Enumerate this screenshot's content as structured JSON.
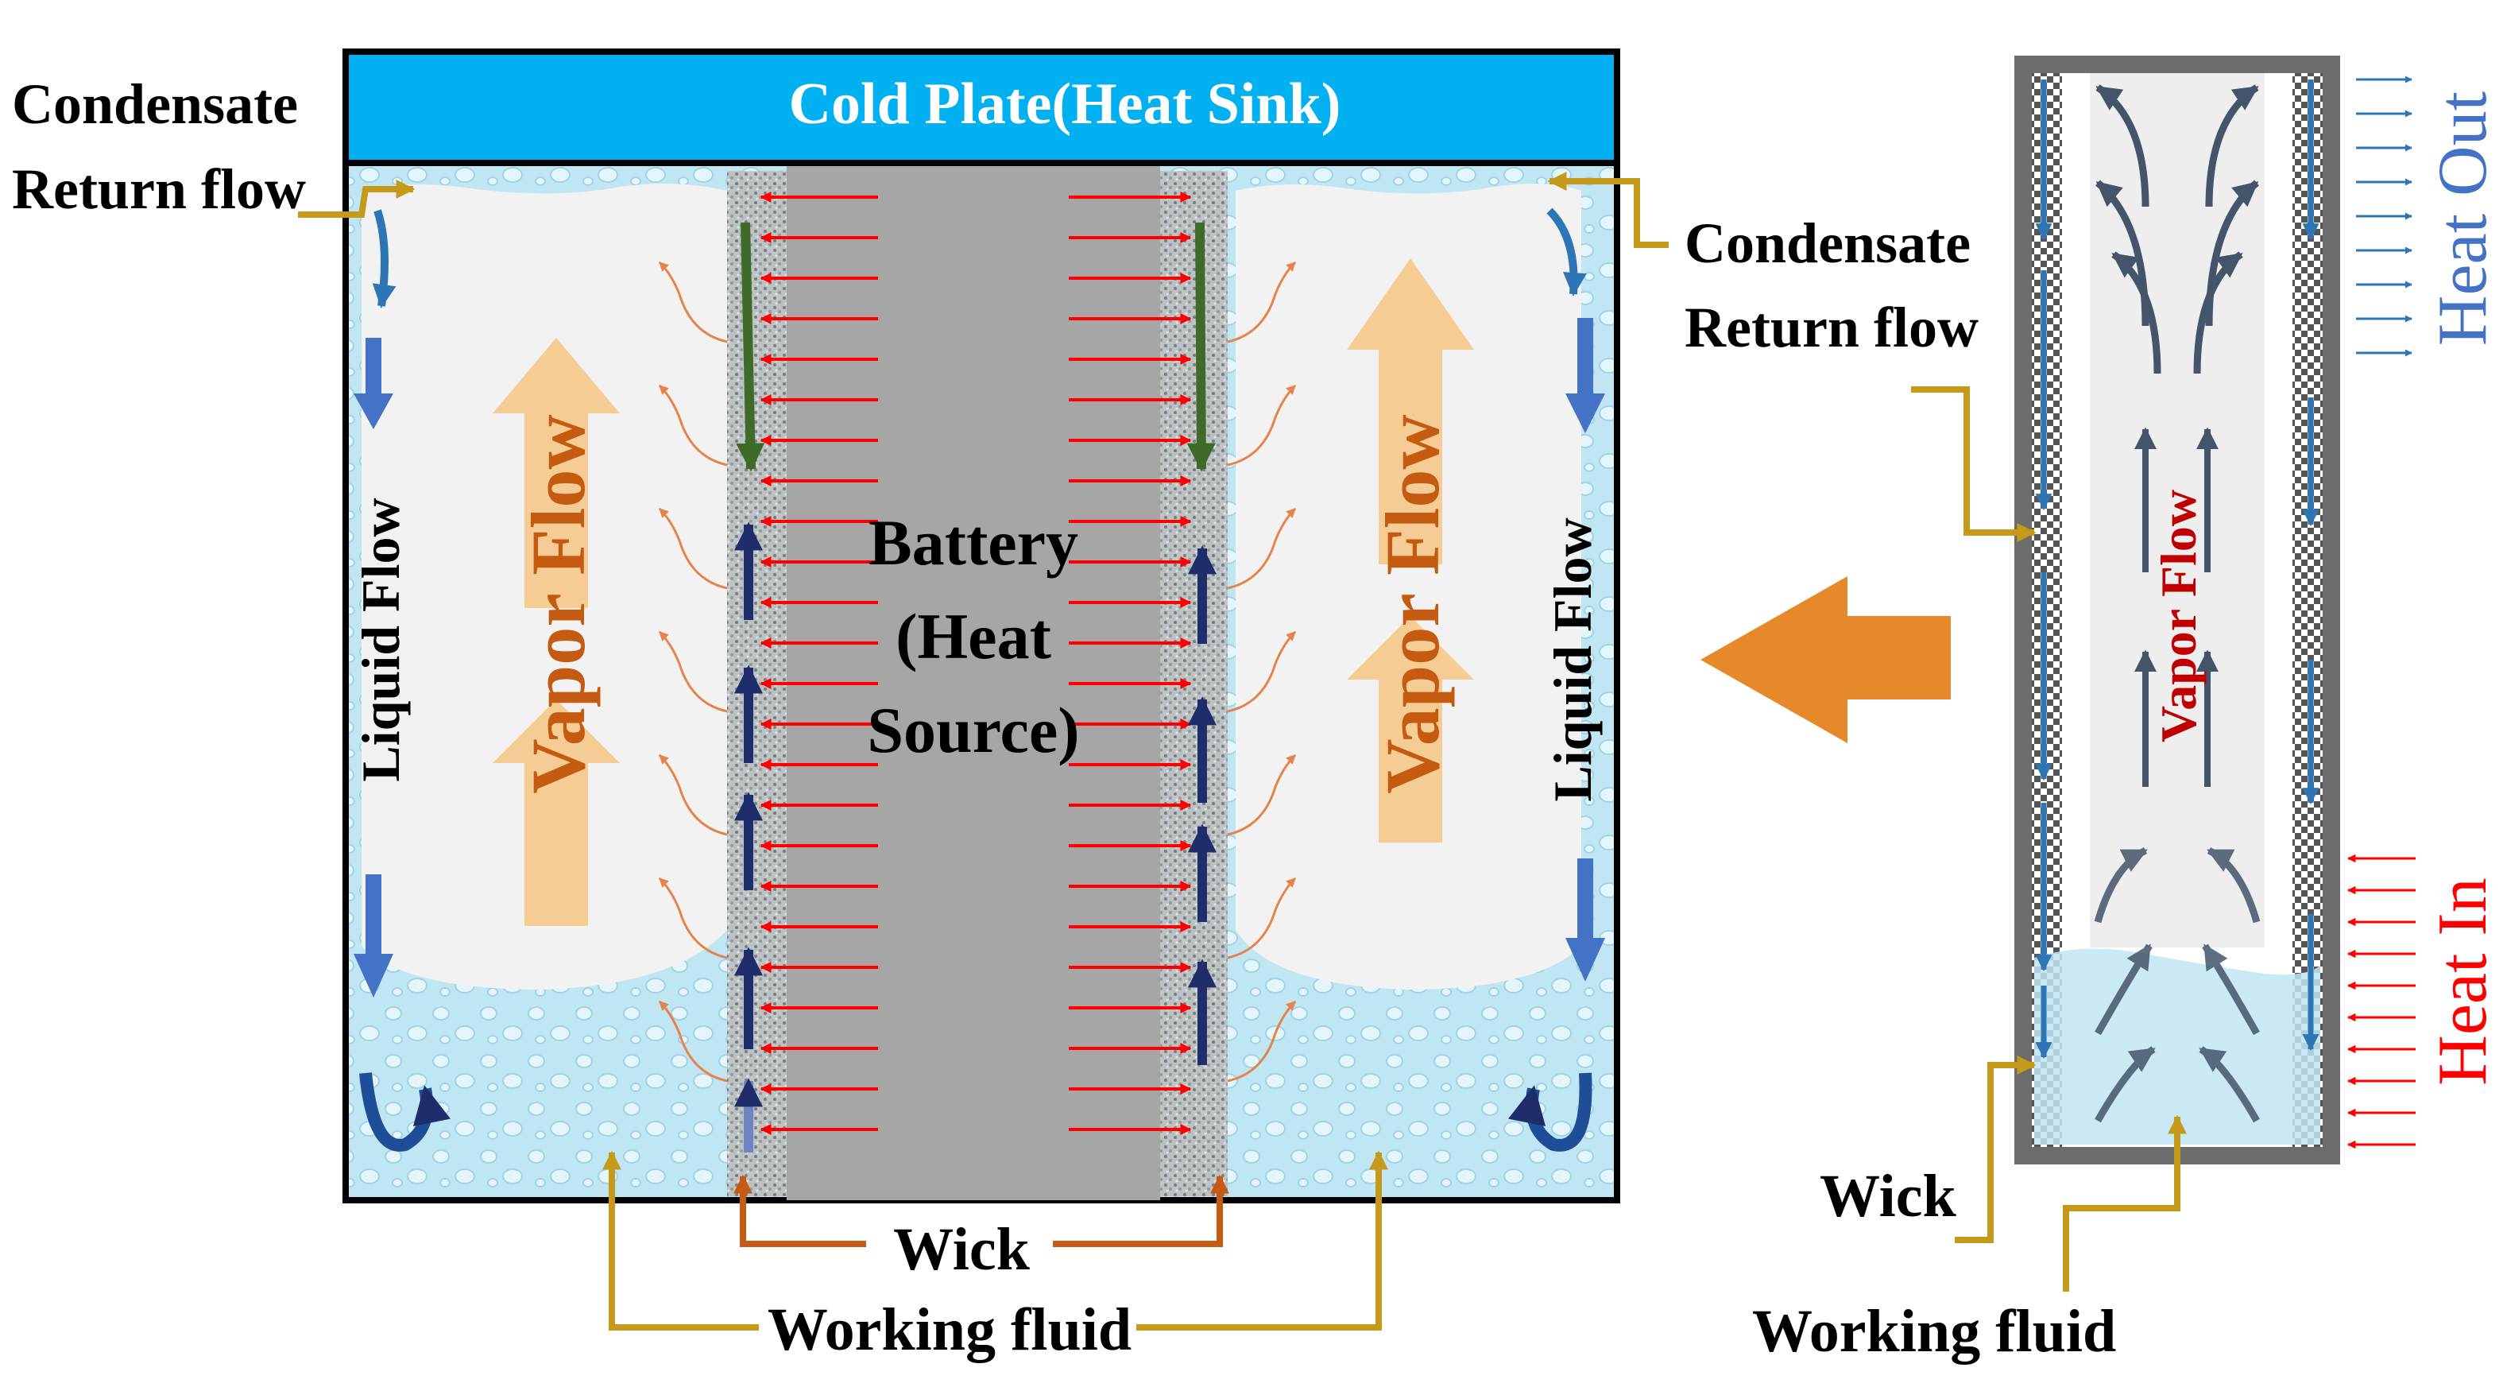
{
  "left_diagram": {
    "cold_plate_label": "Cold Plate(Heat Sink)",
    "battery_label_lines": [
      "Battery",
      "(Heat",
      "Source)"
    ],
    "vapor_flow_label": "Vapor Flow",
    "liquid_flow_label": "Liquid Flow",
    "condensate_label_lines": [
      "Condensate",
      "Return flow"
    ],
    "wick_label": "Wick",
    "working_fluid_label": "Working fluid"
  },
  "right_diagram": {
    "heat_out_label": "Heat Out",
    "heat_in_label": "Heat In",
    "vapor_flow_label": "Vapor Flow",
    "condensate_label_lines": [
      "Condensate",
      "Return flow"
    ],
    "wick_label": "Wick",
    "working_fluid_label": "Working fluid"
  },
  "colors": {
    "cold_plate": "#00b0f0",
    "battery": "#a6a6a6",
    "vapor_arrow": "#f5c98a",
    "vapor_text": "#c55a11",
    "liquid_arrow": "#4472c4",
    "wick_arrow": "#1f2d6b",
    "heat_arrow": "#ff0000",
    "heat_out_text": "#4472c4",
    "heat_in_text": "#ff0000",
    "leader_line": "#c59a1a",
    "wick_leader": "#c55a11",
    "big_arrow": "#e6892a"
  }
}
